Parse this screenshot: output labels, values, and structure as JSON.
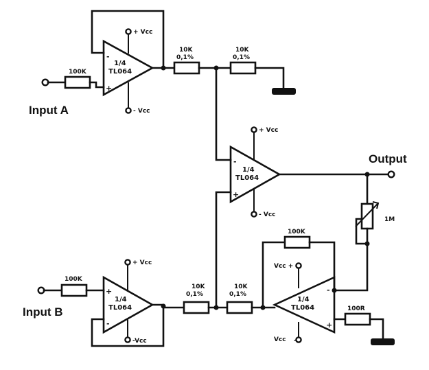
{
  "labels": {
    "input_a": "Input A",
    "input_b": "Input B",
    "output": "Output"
  },
  "opamps": {
    "a": {
      "fraction": "1/4",
      "part": "TL064",
      "pos_supply": "+ Vcc",
      "neg_supply": "- Vcc"
    },
    "b": {
      "fraction": "1/4",
      "part": "TL064",
      "pos_supply": "+ Vcc",
      "neg_supply": "-Vcc"
    },
    "out": {
      "fraction": "1/4",
      "part": "TL064",
      "pos_supply": "+ Vcc",
      "neg_supply": "- Vcc"
    },
    "inv": {
      "fraction": "1/4",
      "part": "TL064",
      "pos_supply": "Vcc +",
      "neg_supply": "Vcc"
    }
  },
  "resistors": {
    "r_in_a": "100K",
    "r_a1": {
      "value": "10K",
      "tolerance": "0,1%"
    },
    "r_a2": {
      "value": "10K",
      "tolerance": "0,1%"
    },
    "r_in_b": "100K",
    "r_b1": {
      "value": "10K",
      "tolerance": "0,1%"
    },
    "r_b2": {
      "value": "10K",
      "tolerance": "0,1%"
    },
    "r_fb": "100K",
    "r_gnd": "100R",
    "pot": "1M"
  }
}
